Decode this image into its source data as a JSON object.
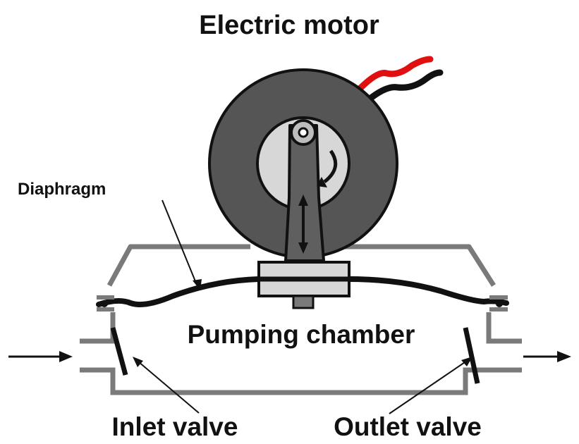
{
  "diagram": {
    "title": "Electric motor",
    "labels": {
      "diaphragm": "Diaphragm",
      "pumping_chamber": "Pumping chamber",
      "inlet_valve": "Inlet valve",
      "outlet_valve": "Outlet valve"
    }
  },
  "colors": {
    "outline": "#111111",
    "housing": "#7a7a7a",
    "motor": "#555555",
    "motor_inner": "#d7d7d7",
    "wire_red": "#e01010",
    "wire_black": "#111111"
  }
}
